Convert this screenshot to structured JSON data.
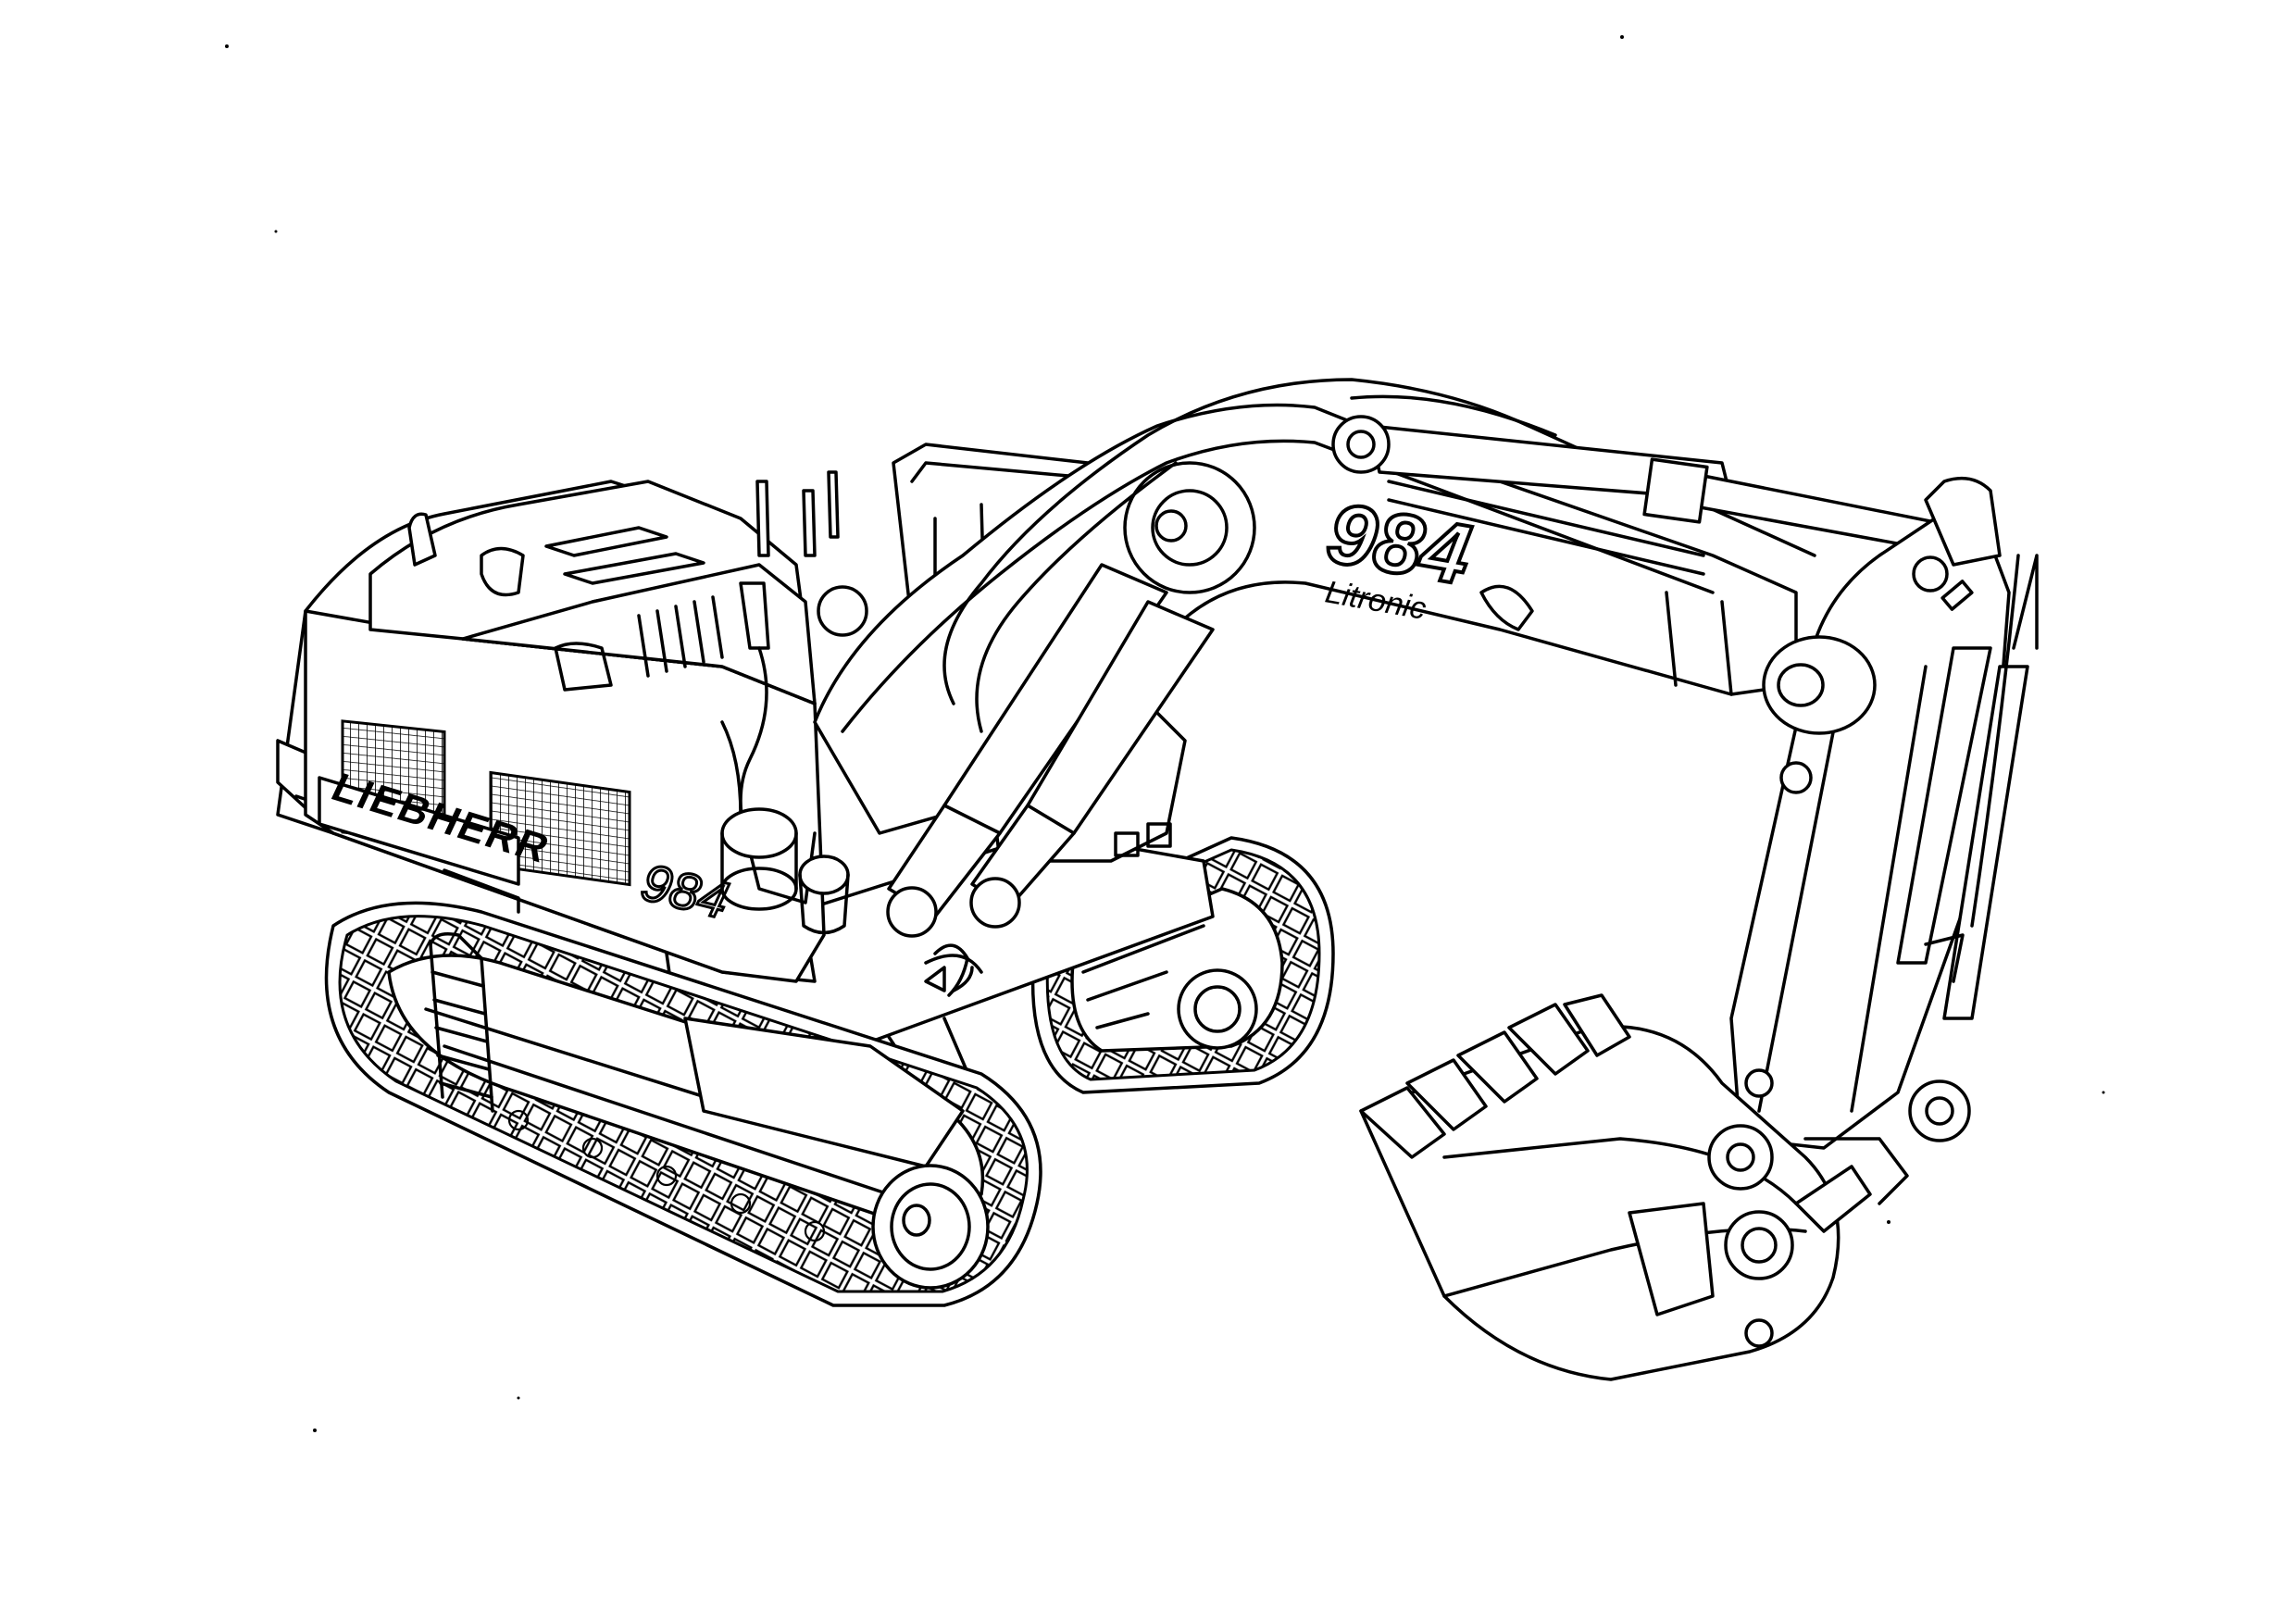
{
  "drawing": {
    "brand_text": "LIEBHERR",
    "house_model": "984",
    "boom_model": "984",
    "boom_subtitle": "Litronic"
  },
  "colors": {
    "ink": "#000000",
    "paper": "#ffffff"
  }
}
